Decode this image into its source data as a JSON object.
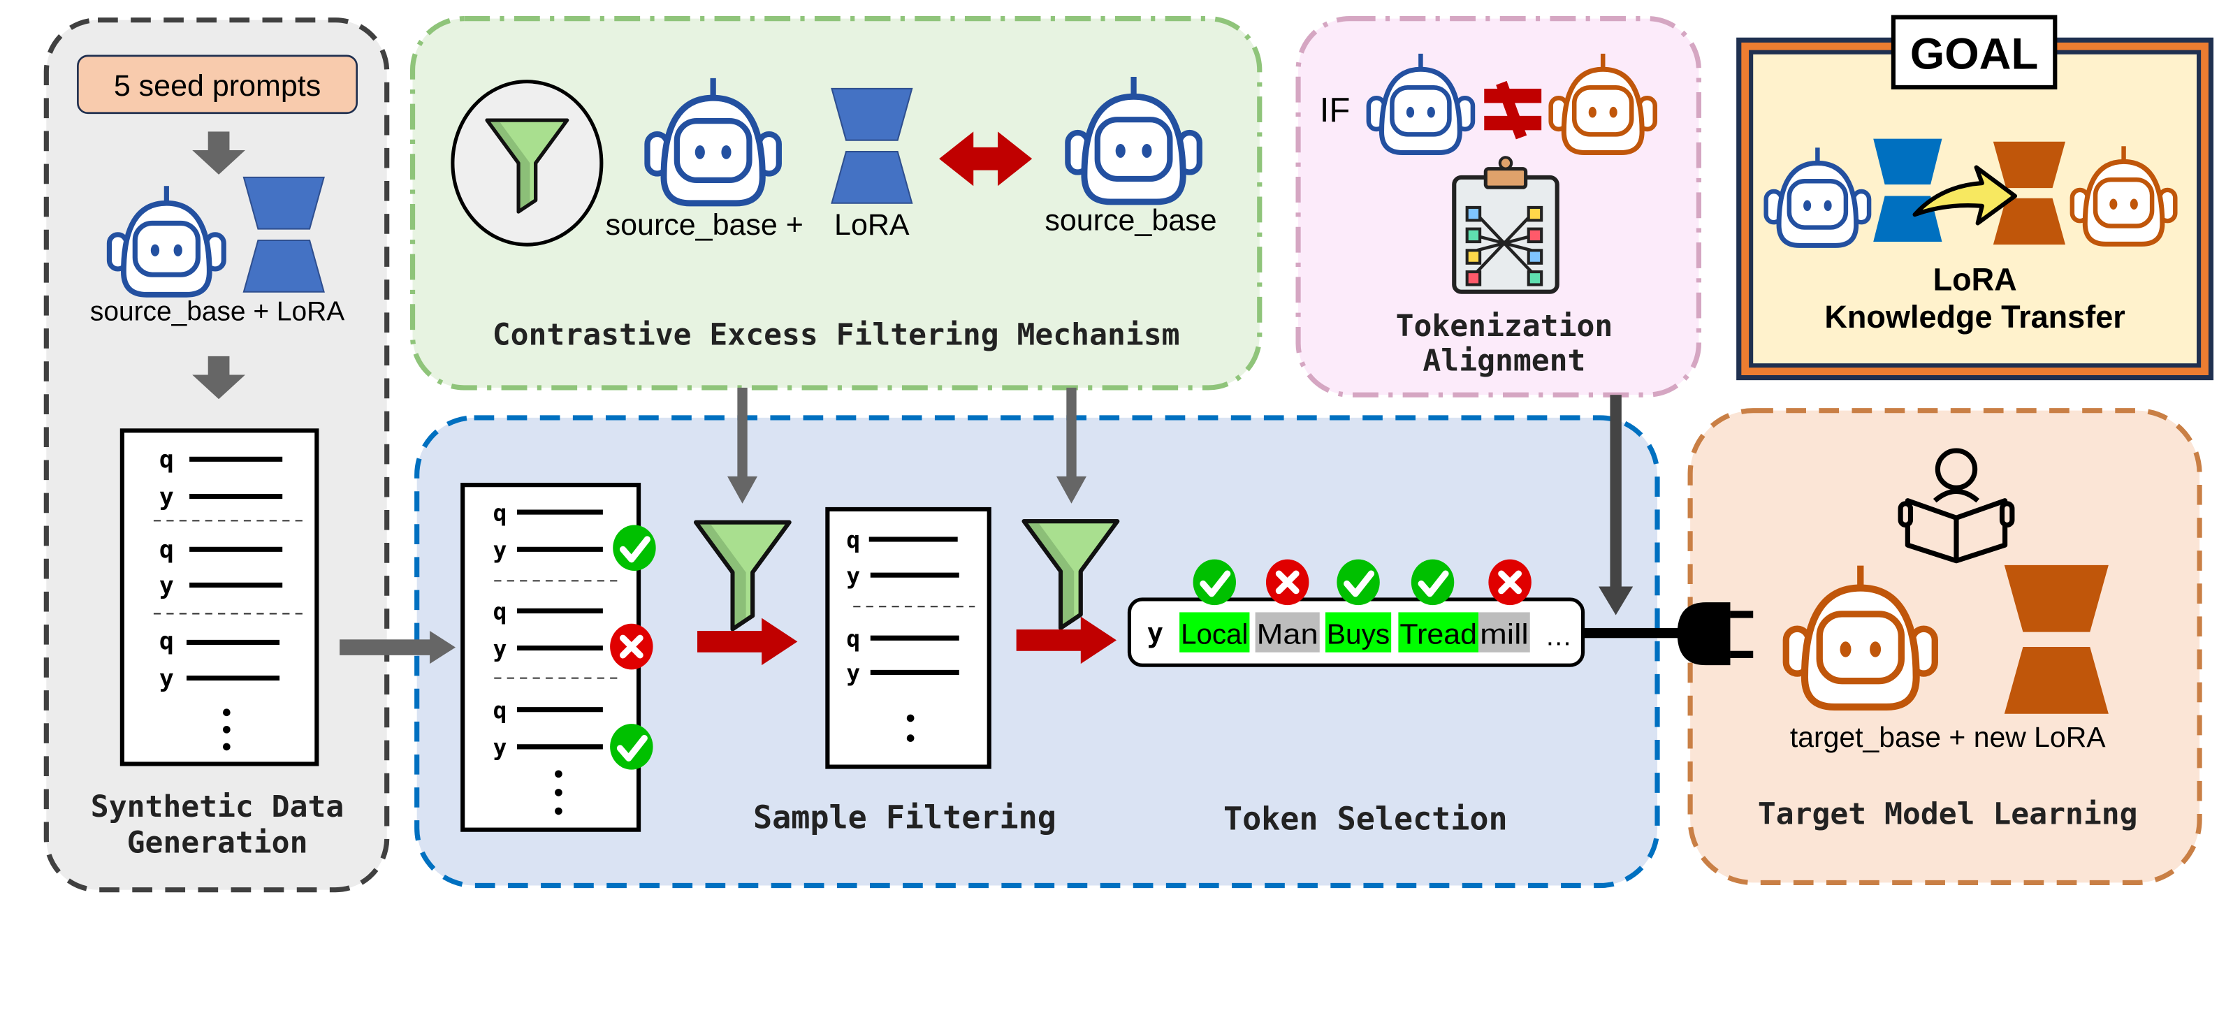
{
  "synthetic": {
    "seed_prompts": "5 seed prompts",
    "model_label": "source_base + LoRA",
    "doc_rows": [
      {
        "q": "q",
        "y": "y"
      },
      {
        "q": "q",
        "y": "y"
      },
      {
        "q": "q",
        "y": "y"
      }
    ],
    "ellipsis": "⋮",
    "title_line1": "Synthetic Data",
    "title_line2": "Generation"
  },
  "contrastive": {
    "left_model_label": "source_base +",
    "lora_label": "LoRA",
    "right_model_label": "source_base",
    "title": "Contrastive Excess Filtering Mechanism"
  },
  "tokenization": {
    "if_label": "IF",
    "title_line1": "Tokenization",
    "title_line2": "Alignment"
  },
  "goal": {
    "badge": "GOAL",
    "title_line1": "LoRA",
    "title_line2": "Knowledge Transfer"
  },
  "sample_filtering": {
    "title": "Sample Filtering",
    "input_rows": [
      {
        "q": "q",
        "y": "y",
        "status": "keep"
      },
      {
        "q": "q",
        "y": "y",
        "status": "drop"
      },
      {
        "q": "q",
        "y": "y",
        "status": "keep"
      }
    ],
    "output_rows": [
      {
        "q": "q",
        "y": "y"
      },
      {
        "q": "q",
        "y": "y"
      }
    ]
  },
  "token_selection": {
    "title": "Token Selection",
    "prefix": "y",
    "tokens": [
      {
        "text": "Local",
        "selected": true
      },
      {
        "text": "Man",
        "selected": false
      },
      {
        "text": "Buys",
        "selected": true
      },
      {
        "text": "Tread",
        "selected": true
      },
      {
        "text": "mill",
        "selected": false
      }
    ],
    "ellipsis": "…"
  },
  "target": {
    "model_label": "target_base + new LoRA",
    "title": "Target Model Learning"
  },
  "colors": {
    "source_blue": "#2350a0",
    "lora_blue": "#4472c4",
    "target_orange": "#c0560a",
    "keep_green": "#00c000",
    "drop_red": "#e00000",
    "token_green": "#00ff00",
    "token_gray": "#bdbdbd",
    "arrow_red": "#c00000"
  }
}
